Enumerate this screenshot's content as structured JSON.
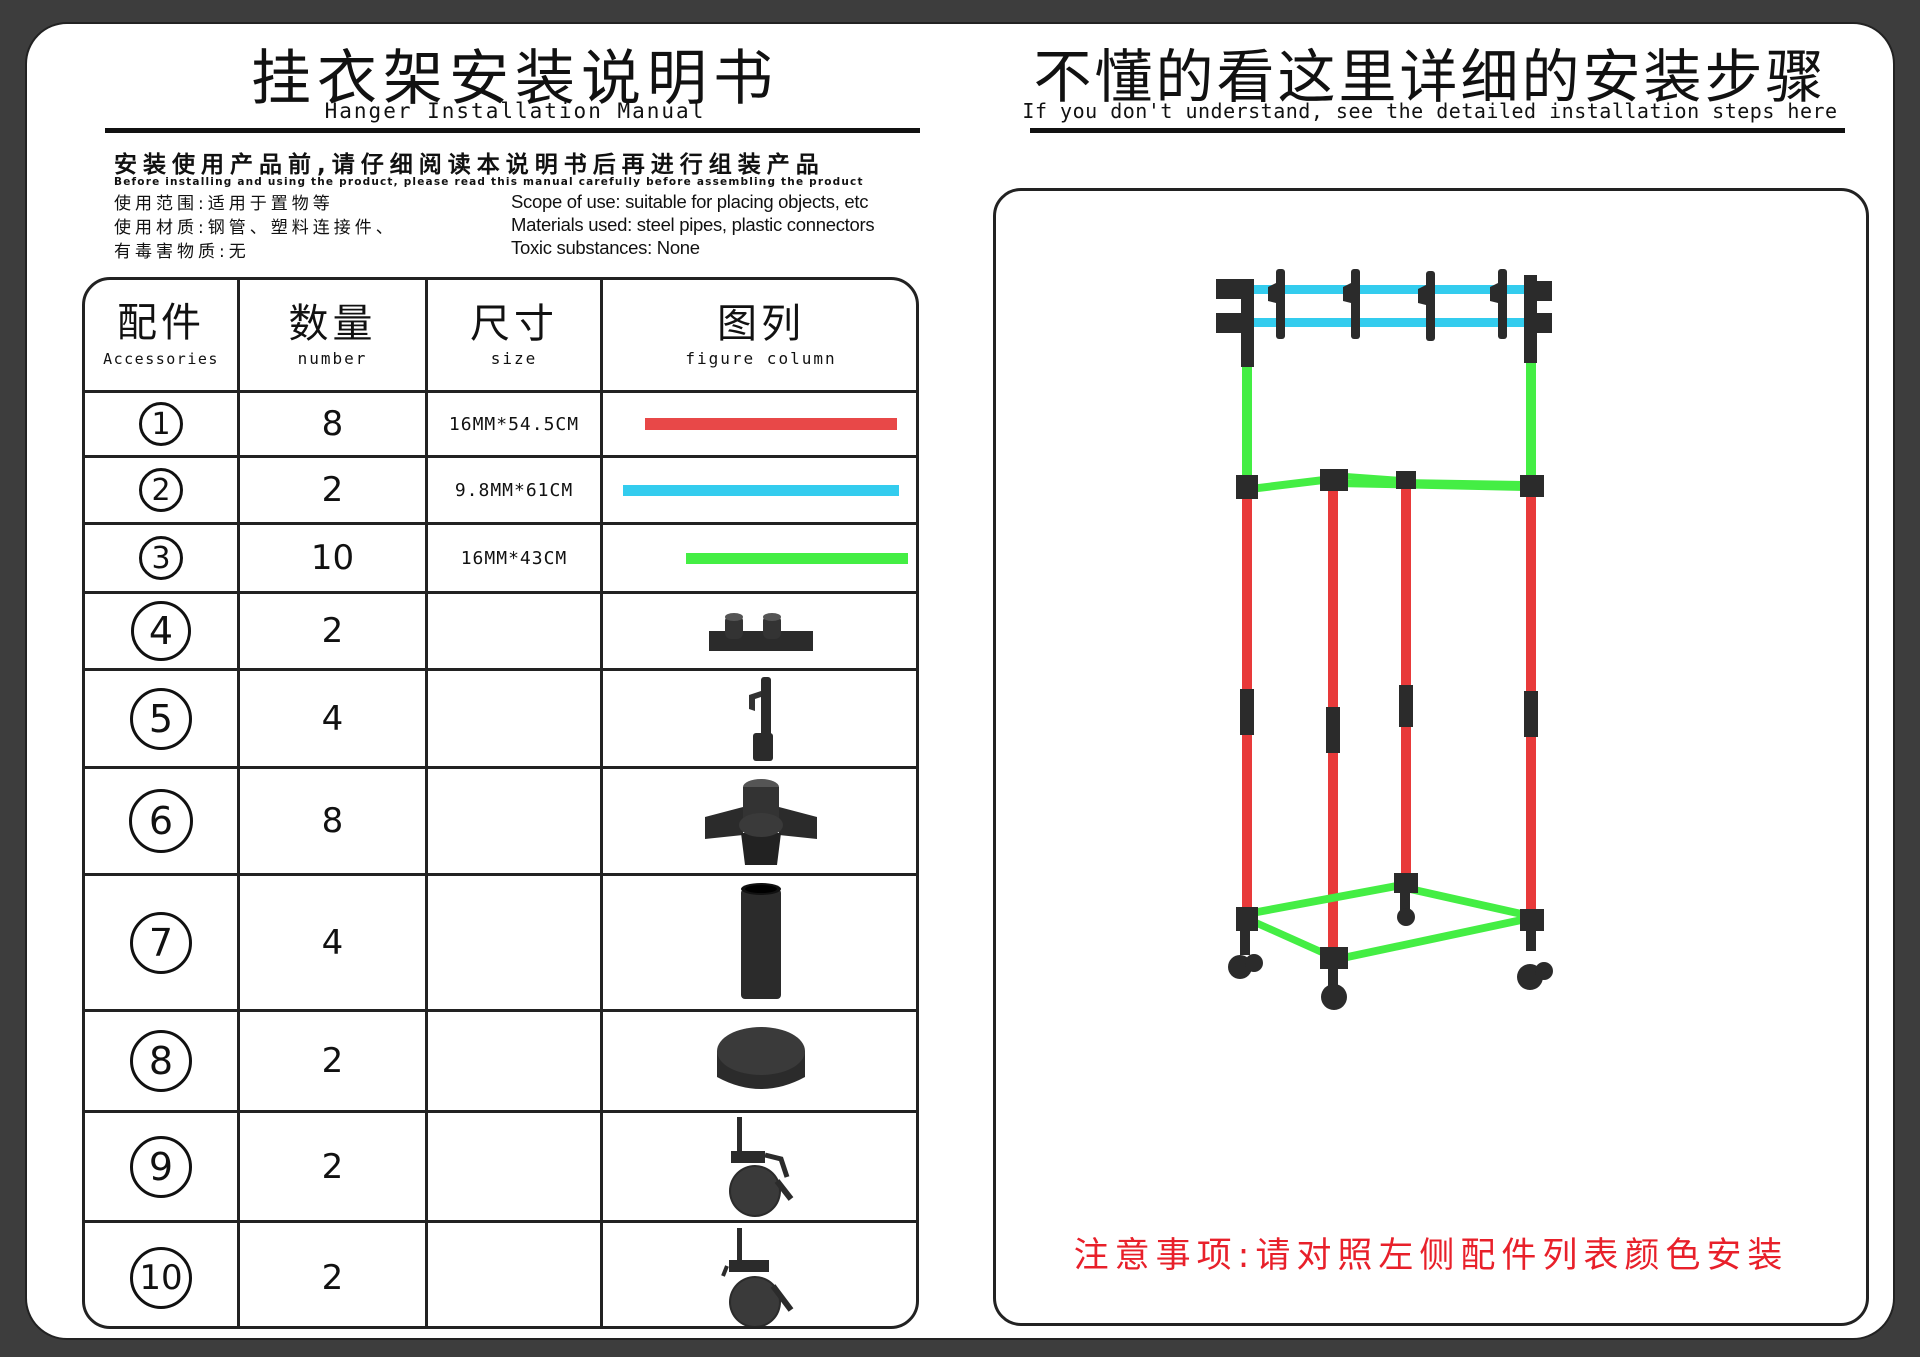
{
  "left": {
    "title_cn": "挂衣架安装说明书",
    "title_en": "Hanger Installation Manual",
    "intro_cn": "安装使用产品前,请仔细阅读本说明书后再进行组装产品",
    "intro_en_small": "Before installing and using the product, please read this manual carefully before assembling the product",
    "scope_cn": "使用范围:适用于置物等",
    "materials_cn": "使用材质:钢管、塑料连接件、",
    "toxic_cn": "有毒害物质:无",
    "scope_en": "Scope of use: suitable for placing objects, etc",
    "materials_en": "Materials used: steel pipes, plastic connectors",
    "toxic_en": "Toxic substances: None"
  },
  "table": {
    "headers": [
      {
        "cn": "配件",
        "en": "Accessories"
      },
      {
        "cn": "数量",
        "en": "number"
      },
      {
        "cn": "尺寸",
        "en": "size"
      },
      {
        "cn": "图列",
        "en": "figure column"
      }
    ],
    "rows": [
      {
        "id": "1",
        "qty": "8",
        "size": "16MM*54.5CM",
        "figure": "red-pipe",
        "color": "#e84848"
      },
      {
        "id": "2",
        "qty": "2",
        "size": "9.8MM*61CM",
        "figure": "cyan-pipe",
        "color": "#33ccee"
      },
      {
        "id": "3",
        "qty": "10",
        "size": "16MM*43CM",
        "figure": "green-pipe",
        "color": "#44ee44"
      },
      {
        "id": "4",
        "qty": "2",
        "size": "",
        "figure": "double-hook-connector-icon"
      },
      {
        "id": "5",
        "qty": "4",
        "size": "",
        "figure": "hook-icon"
      },
      {
        "id": "6",
        "qty": "8",
        "size": "",
        "figure": "four-way-connector-icon"
      },
      {
        "id": "7",
        "qty": "4",
        "size": "",
        "figure": "sleeve-tube-icon"
      },
      {
        "id": "8",
        "qty": "2",
        "size": "",
        "figure": "end-cap-icon"
      },
      {
        "id": "9",
        "qty": "2",
        "size": "",
        "figure": "caster-wheel-icon"
      },
      {
        "id": "10",
        "qty": "2",
        "size": "",
        "figure": "caster-wheel-brake-icon"
      }
    ]
  },
  "right": {
    "title_cn": "不懂的看这里详细的安装步骤",
    "title_en": "If you don't understand, see the detailed installation steps here",
    "note": "注意事项:请对照左侧配件列表颜色安装"
  },
  "colors": {
    "red": "#e83a3a",
    "cyan": "#33ccee",
    "green": "#44ee44",
    "connector": "#2b2b2b",
    "note": "#e8202a"
  }
}
